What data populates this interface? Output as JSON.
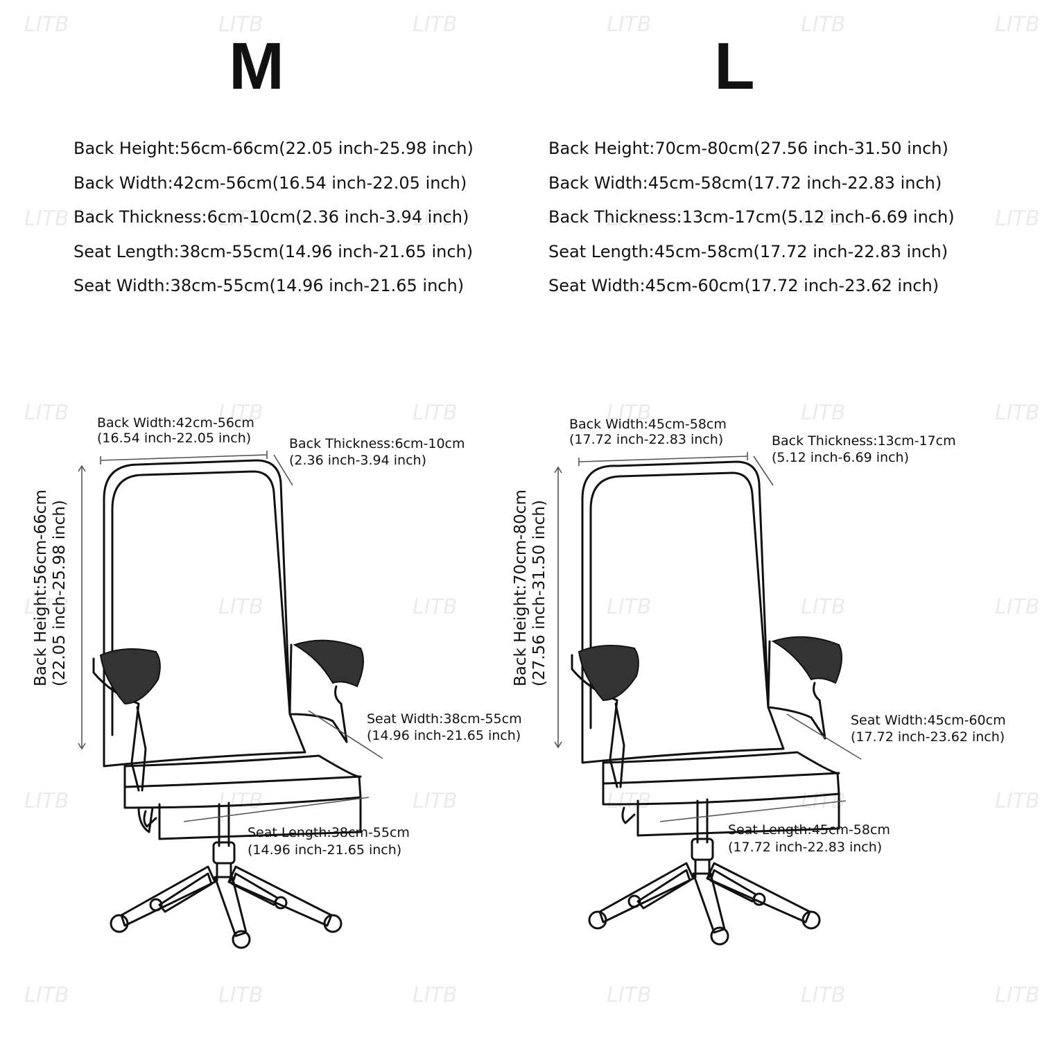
{
  "sizes": [
    {
      "label": "M",
      "specs": [
        "Back Height:56cm-66cm(22.05 inch-25.98 inch)",
        "Back Width:42cm-56cm(16.54 inch-22.05 inch)",
        "Back Thickness:6cm-10cm(2.36 inch-3.94 inch)",
        "Seat Length:38cm-55cm(14.96 inch-21.65 inch)",
        "Seat Width:38cm-55cm(14.96 inch-21.65 inch)"
      ],
      "diagram": {
        "back_width": [
          "Back Width:42cm-56cm",
          "(16.54 inch-22.05 inch)"
        ],
        "back_thickness": [
          "Back Thickness:6cm-10cm",
          "(2.36 inch-3.94 inch)"
        ],
        "back_height": [
          "Back Height:56cm-66cm",
          "(22.05 inch-25.98 inch)"
        ],
        "seat_width": [
          "Seat Width:38cm-55cm",
          "(14.96 inch-21.65 inch)"
        ],
        "seat_length": [
          "Seat Length:38cm-55cm",
          "(14.96 inch-21.65 inch)"
        ]
      }
    },
    {
      "label": "L",
      "specs": [
        "Back Height:70cm-80cm(27.56 inch-31.50 inch)",
        "Back Width:45cm-58cm(17.72 inch-22.83 inch)",
        "Back Thickness:13cm-17cm(5.12 inch-6.69 inch)",
        "Seat Length:45cm-58cm(17.72 inch-22.83 inch)",
        "Seat Width:45cm-60cm(17.72 inch-23.62 inch)"
      ],
      "diagram": {
        "back_width": [
          "Back Width:45cm-58cm",
          "(17.72 inch-22.83 inch)"
        ],
        "back_thickness": [
          "Back Thickness:13cm-17cm",
          "(5.12 inch-6.69 inch)"
        ],
        "back_height": [
          "Back Height:70cm-80cm",
          "(27.56 inch-31.50 inch)"
        ],
        "seat_width": [
          "Seat Width:45cm-60cm",
          "(17.72 inch-23.62 inch)"
        ],
        "seat_length": [
          "Seat Length:45cm-58cm",
          "(17.72 inch-22.83 inch)"
        ]
      }
    }
  ],
  "watermark": "LITB",
  "colors": {
    "line": "#111111",
    "armpad": "#333333",
    "dimension": "#555555",
    "watermark": "#ebebeb"
  }
}
